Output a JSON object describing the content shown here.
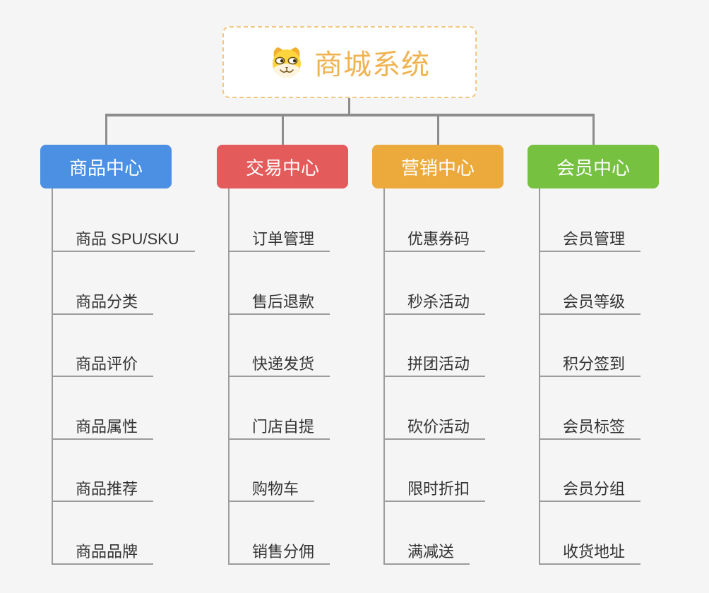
{
  "root": {
    "title": "商城系统",
    "icon": "dog-face-icon"
  },
  "branches": [
    {
      "label": "商品中心",
      "color": "#4b90e2",
      "items": [
        "商品 SPU/SKU",
        "商品分类",
        "商品评价",
        "商品属性",
        "商品推荐",
        "商品品牌"
      ]
    },
    {
      "label": "交易中心",
      "color": "#e45b5b",
      "items": [
        "订单管理",
        "售后退款",
        "快递发货",
        "门店自提",
        "购物车",
        "销售分佣"
      ]
    },
    {
      "label": "营销中心",
      "color": "#ecaa3d",
      "items": [
        "优惠券码",
        "秒杀活动",
        "拼团活动",
        "砍价活动",
        "限时折扣",
        "满减送"
      ]
    },
    {
      "label": "会员中心",
      "color": "#76c13f",
      "items": [
        "会员管理",
        "会员等级",
        "积分签到",
        "会员标签",
        "会员分组",
        "收货地址"
      ]
    }
  ],
  "colors": {
    "canvas_background": "#f5f5f6",
    "connector": "#8d8d8d",
    "leaf_line": "#9c9c9c",
    "leaf_text": "#333333",
    "root_border": "#f2c783",
    "root_text": "#f0b351"
  }
}
